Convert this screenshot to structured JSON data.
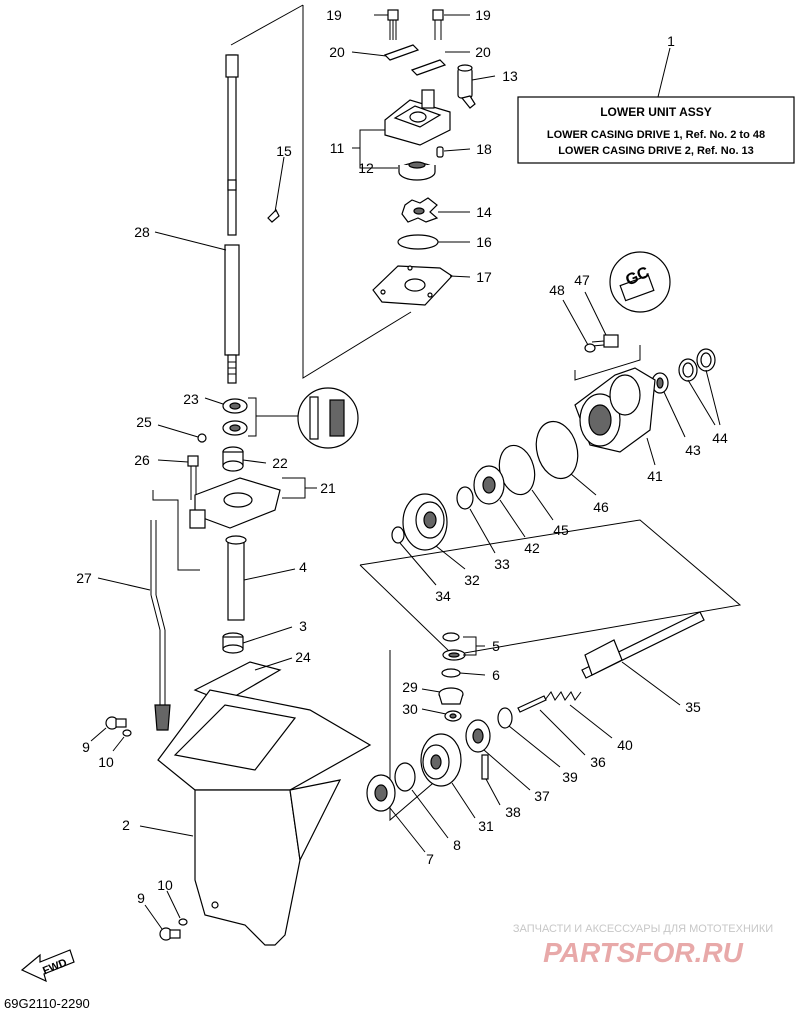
{
  "callouts": [
    {
      "id": "c19a",
      "label": "19"
    },
    {
      "id": "c19b",
      "label": "19"
    },
    {
      "id": "c20a",
      "label": "20"
    },
    {
      "id": "c20b",
      "label": "20"
    },
    {
      "id": "c13",
      "label": "13"
    },
    {
      "id": "c1",
      "label": "1"
    },
    {
      "id": "c11",
      "label": "11"
    },
    {
      "id": "c12",
      "label": "12"
    },
    {
      "id": "c18",
      "label": "18"
    },
    {
      "id": "c15",
      "label": "15"
    },
    {
      "id": "c14",
      "label": "14"
    },
    {
      "id": "c16",
      "label": "16"
    },
    {
      "id": "c17",
      "label": "17"
    },
    {
      "id": "c28",
      "label": "28"
    },
    {
      "id": "c47",
      "label": "47"
    },
    {
      "id": "c48",
      "label": "48"
    },
    {
      "id": "c23",
      "label": "23"
    },
    {
      "id": "c25",
      "label": "25"
    },
    {
      "id": "c26",
      "label": "26"
    },
    {
      "id": "c22",
      "label": "22"
    },
    {
      "id": "c21",
      "label": "21"
    },
    {
      "id": "c43",
      "label": "43"
    },
    {
      "id": "c44",
      "label": "44"
    },
    {
      "id": "c41",
      "label": "41"
    },
    {
      "id": "c46",
      "label": "46"
    },
    {
      "id": "c45",
      "label": "45"
    },
    {
      "id": "c42",
      "label": "42"
    },
    {
      "id": "c33",
      "label": "33"
    },
    {
      "id": "c32",
      "label": "32"
    },
    {
      "id": "c34",
      "label": "34"
    },
    {
      "id": "c27",
      "label": "27"
    },
    {
      "id": "c4",
      "label": "4"
    },
    {
      "id": "c3",
      "label": "3"
    },
    {
      "id": "c5",
      "label": "5"
    },
    {
      "id": "c24",
      "label": "24"
    },
    {
      "id": "c6",
      "label": "6"
    },
    {
      "id": "c29",
      "label": "29"
    },
    {
      "id": "c35",
      "label": "35"
    },
    {
      "id": "c30",
      "label": "30"
    },
    {
      "id": "c9a",
      "label": "9"
    },
    {
      "id": "c10a",
      "label": "10"
    },
    {
      "id": "c40",
      "label": "40"
    },
    {
      "id": "c36",
      "label": "36"
    },
    {
      "id": "c39",
      "label": "39"
    },
    {
      "id": "c37",
      "label": "37"
    },
    {
      "id": "c38",
      "label": "38"
    },
    {
      "id": "c31",
      "label": "31"
    },
    {
      "id": "c2",
      "label": "2"
    },
    {
      "id": "c8",
      "label": "8"
    },
    {
      "id": "c7",
      "label": "7"
    },
    {
      "id": "c10b",
      "label": "10"
    },
    {
      "id": "c9b",
      "label": "9"
    }
  ],
  "assembly_box": {
    "title": "LOWER UNIT ASSY",
    "line1": "LOWER CASING DRIVE 1, Ref. No. 2 to 48",
    "line2": "LOWER CASING DRIVE 2, Ref. No. 13"
  },
  "fwd_label": "FWD",
  "gc_label": "GC",
  "diagram_code": "69G2110-2290",
  "watermark": {
    "tagline": "ЗАПЧАСТИ И АКСЕССУАРЫ ДЛЯ МОТОТЕХНИКИ",
    "brand": "PARTSFOR.RU"
  },
  "colors": {
    "line": "#000000",
    "background": "#ffffff",
    "watermark_brand": "#e8a9a9",
    "watermark_tagline": "#c7c7c7"
  }
}
